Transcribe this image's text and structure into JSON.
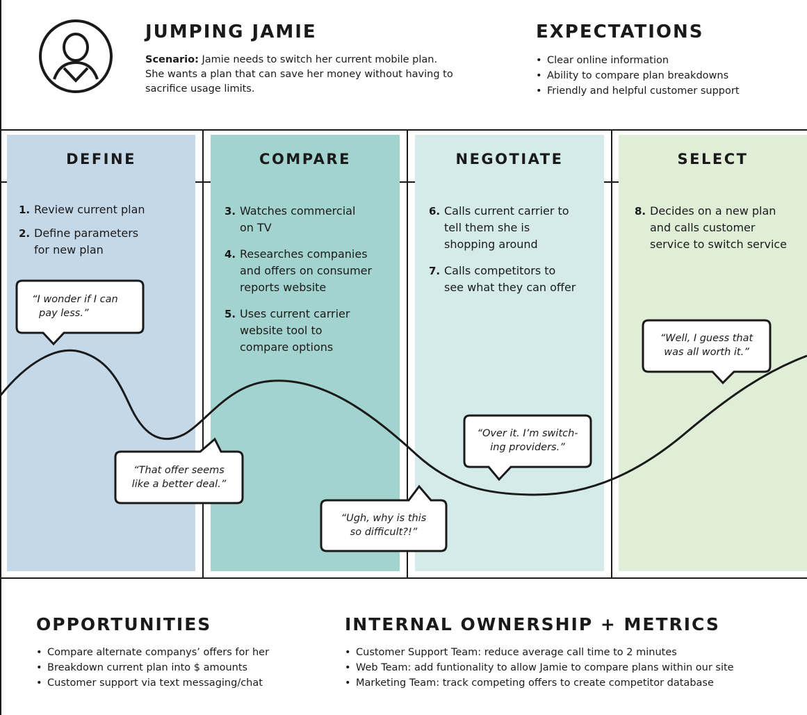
{
  "persona": {
    "name": "JUMPING JAMIE",
    "scenario_label": "Scenario:",
    "scenario_line1": "Jamie needs to switch her current mobile plan.",
    "scenario_line2": "She wants a plan that can save her money without having to",
    "scenario_line3": "sacrifice usage limits.",
    "icon": "user-avatar-icon"
  },
  "expectations": {
    "title": "EXPECTATIONS",
    "items": [
      "Clear online information",
      "Ability to compare plan breakdowns",
      "Friendly and helpful customer support"
    ]
  },
  "phases": [
    {
      "title": "DEFINE",
      "color": "#c4d8e8",
      "steps": [
        {
          "num": "1.",
          "lines": [
            "Review current plan"
          ]
        },
        {
          "num": "2.",
          "lines": [
            "Define parameters",
            "for new plan"
          ]
        }
      ]
    },
    {
      "title": "COMPARE",
      "color": "#a3d3cf",
      "steps": [
        {
          "num": "3.",
          "lines": [
            "Watches commercial",
            "on TV"
          ]
        },
        {
          "num": "4.",
          "lines": [
            "Researches companies",
            "and offers on consumer",
            "reports website"
          ]
        },
        {
          "num": "5.",
          "lines": [
            "Uses current carrier",
            "website tool to",
            "compare options"
          ]
        }
      ]
    },
    {
      "title": "NEGOTIATE",
      "color": "#d4ebea",
      "steps": [
        {
          "num": "6.",
          "lines": [
            "Calls current carrier to",
            "tell them she is",
            "shopping around"
          ]
        },
        {
          "num": "7.",
          "lines": [
            "Calls competitors to",
            "see what they can offer"
          ]
        }
      ]
    },
    {
      "title": "SELECT",
      "color": "#e1eed7",
      "steps": [
        {
          "num": "8.",
          "lines": [
            "Decides on a new plan",
            "and calls customer",
            "service to switch service"
          ]
        }
      ]
    }
  ],
  "quotes": [
    {
      "line1": "“I wonder if I can",
      "line2": "pay less.”"
    },
    {
      "line1": "“That offer seems",
      "line2": "like a better deal.”"
    },
    {
      "line1": "“Ugh, why is this",
      "line2": "so difficult?!”"
    },
    {
      "line1": "“Over it. I’m switch-",
      "line2": "ing providers.”"
    },
    {
      "line1": "“Well, I guess that",
      "line2": "was all worth it.”"
    }
  ],
  "opportunities": {
    "title": "OPPORTUNITIES",
    "items": [
      "Compare alternate companys’ offers for her",
      "Breakdown current plan into $ amounts",
      "Customer support via text messaging/chat"
    ]
  },
  "ownership": {
    "title": "INTERNAL OWNERSHIP + METRICS",
    "items": [
      "Customer Support Team: reduce average call time to 2 minutes",
      "Web Team: add funtionality to allow Jamie to compare plans within our site",
      "Marketing Team: track competing offers to create competitor database"
    ]
  },
  "colors": {
    "line": "#1a1a1a",
    "define": "#c4d8e8",
    "compare": "#a3d3cf",
    "negotiate": "#d4ebea",
    "select": "#e1eed7"
  }
}
